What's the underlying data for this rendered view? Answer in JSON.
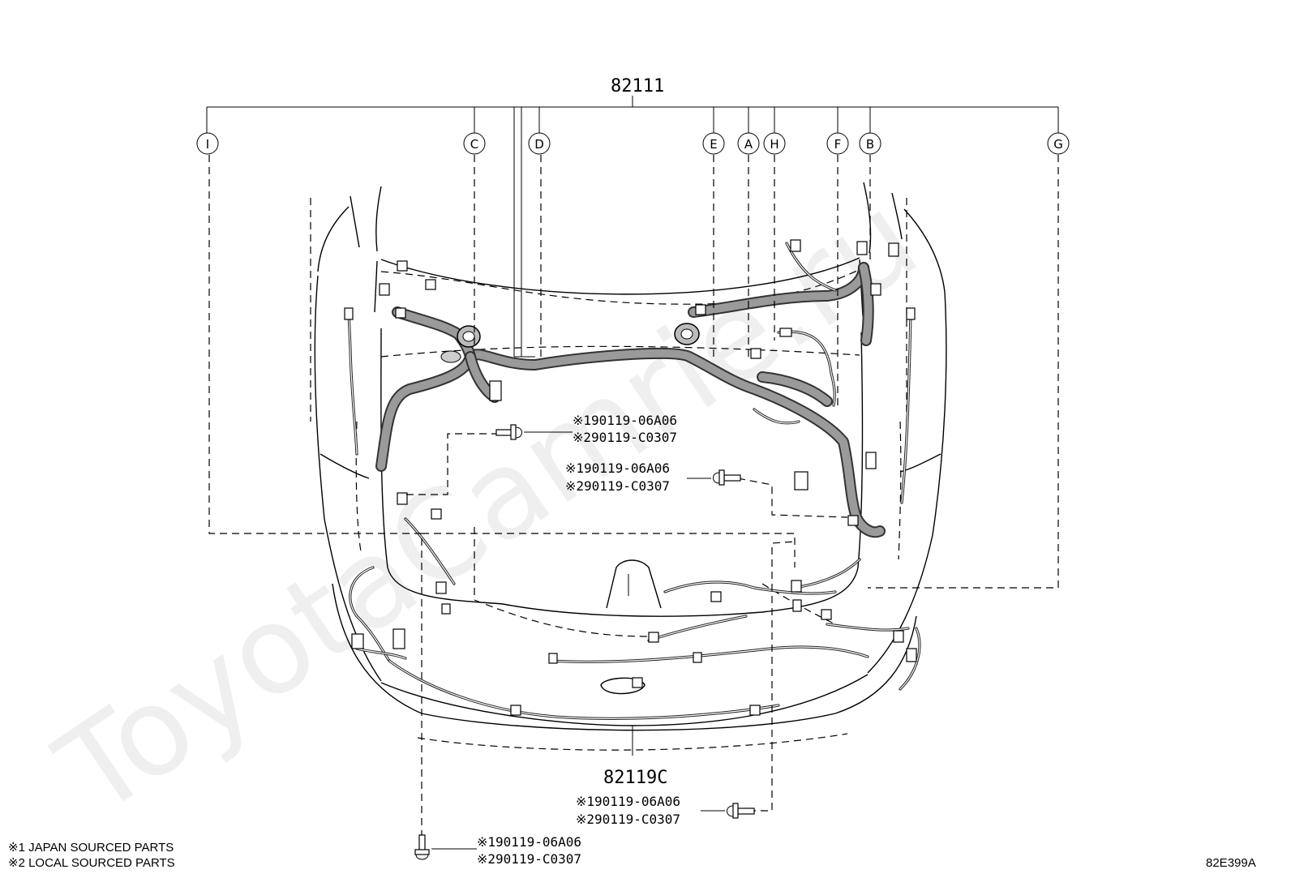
{
  "parts": {
    "harness_main": "82111",
    "harness_bumper": "82119C"
  },
  "callouts": [
    "I",
    "C",
    "D",
    "E",
    "A",
    "H",
    "F",
    "B",
    "G"
  ],
  "bolts": [
    {
      "line1": "※190119-06A06",
      "line2": "※290119-C0307"
    },
    {
      "line1": "※190119-06A06",
      "line2": "※290119-C0307"
    },
    {
      "line1": "※190119-06A06",
      "line2": "※290119-C0307"
    },
    {
      "line1": "※190119-06A06",
      "line2": "※290119-C0307"
    }
  ],
  "legend": {
    "line1": "※1 JAPAN SOURCED PARTS",
    "line2": "※2 LOCAL SOURCED PARTS"
  },
  "drawing_id": "82E399A",
  "watermark": "ToyotaCamrie.ru"
}
